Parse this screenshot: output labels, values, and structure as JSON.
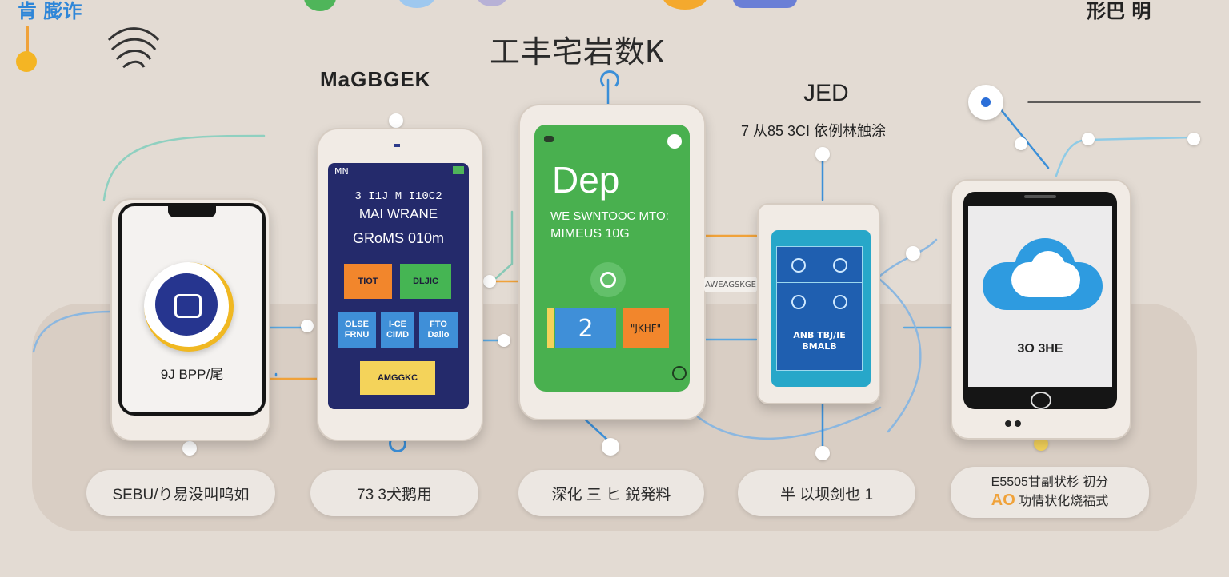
{
  "colors": {
    "background": "#e3dbd3",
    "accent_blue": "#3b8fd8",
    "accent_orange": "#f0a23a",
    "accent_green": "#3fae4a",
    "phone2_screen": "#242a6b",
    "phone3_screen": "#49b04f",
    "phone4_screen": "#27a7c9",
    "cloud": "#2e9be0"
  },
  "header": {
    "top_left_fragment": "肯 膨诈",
    "top_right_fragment": "形巴 明",
    "title": "工丰宅岩数K",
    "brand": "MaGBGEK",
    "icons": [
      "thermometer-icon",
      "wifi-swirl-icon"
    ]
  },
  "side_labels": {
    "jed_title": "JED",
    "jed_subtitle": "7 从85 3CI 依例林触涂"
  },
  "phones": [
    {
      "id": "phone-1",
      "icon": "dial-face-icon",
      "caption": "9J BPP/尾"
    },
    {
      "id": "phone-2",
      "status_left": "MN",
      "line1": "3 I1J M I10C2",
      "line2": "MAI WRANE",
      "line3": "GRoMS 010m",
      "tiles_top": [
        "TIOT",
        "DLJIC"
      ],
      "tiles_mid": [
        "OLSE FRNU",
        "I-CE CIMD",
        "FTO Dalio"
      ],
      "tile_bottom": "AMGGKC"
    },
    {
      "id": "phone-3",
      "heading": "Dep",
      "line1": "WE SWNTOOC MTO:",
      "line2": "MIMEUS 10G",
      "number_label": "2",
      "orange_label": "\"JKHF\""
    },
    {
      "id": "phone-4",
      "side_tag": "AWEAGSKGE",
      "bottom_label": "ANB TBJ/IE BMALB"
    },
    {
      "id": "phone-5",
      "icon": "cloud-icon",
      "caption": "3O 3HE"
    }
  ],
  "pills": [
    {
      "label": "SEBU/り易没叫呜如"
    },
    {
      "label": "73 3犬鹅用"
    },
    {
      "label": "深化 三 ヒ 鋭発料"
    },
    {
      "label": "半 以坝剑也 1"
    },
    {
      "label_line1": "E5505甘副状杉 初分",
      "label_ai": "AO",
      "label_line2": "功情状化烧福式"
    }
  ]
}
